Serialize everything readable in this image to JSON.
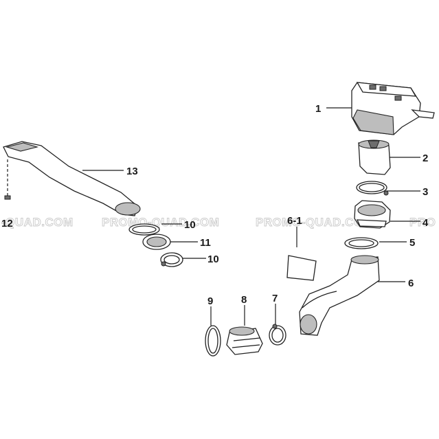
{
  "watermark": {
    "text_left": "-QUAD.COM",
    "text_mid": "PROMO-QUAD.COM",
    "text_mid2": "PROMO-QUAD.COM",
    "text_right": "PRO"
  },
  "callouts": {
    "c1": "1",
    "c2": "2",
    "c3": "3",
    "c4": "4",
    "c5": "5",
    "c6": "6",
    "c6_1": "6-1",
    "c7": "7",
    "c8": "8",
    "c9": "9",
    "c10a": "10",
    "c10b": "10",
    "c11": "11",
    "c12": "12",
    "c13": "13"
  }
}
